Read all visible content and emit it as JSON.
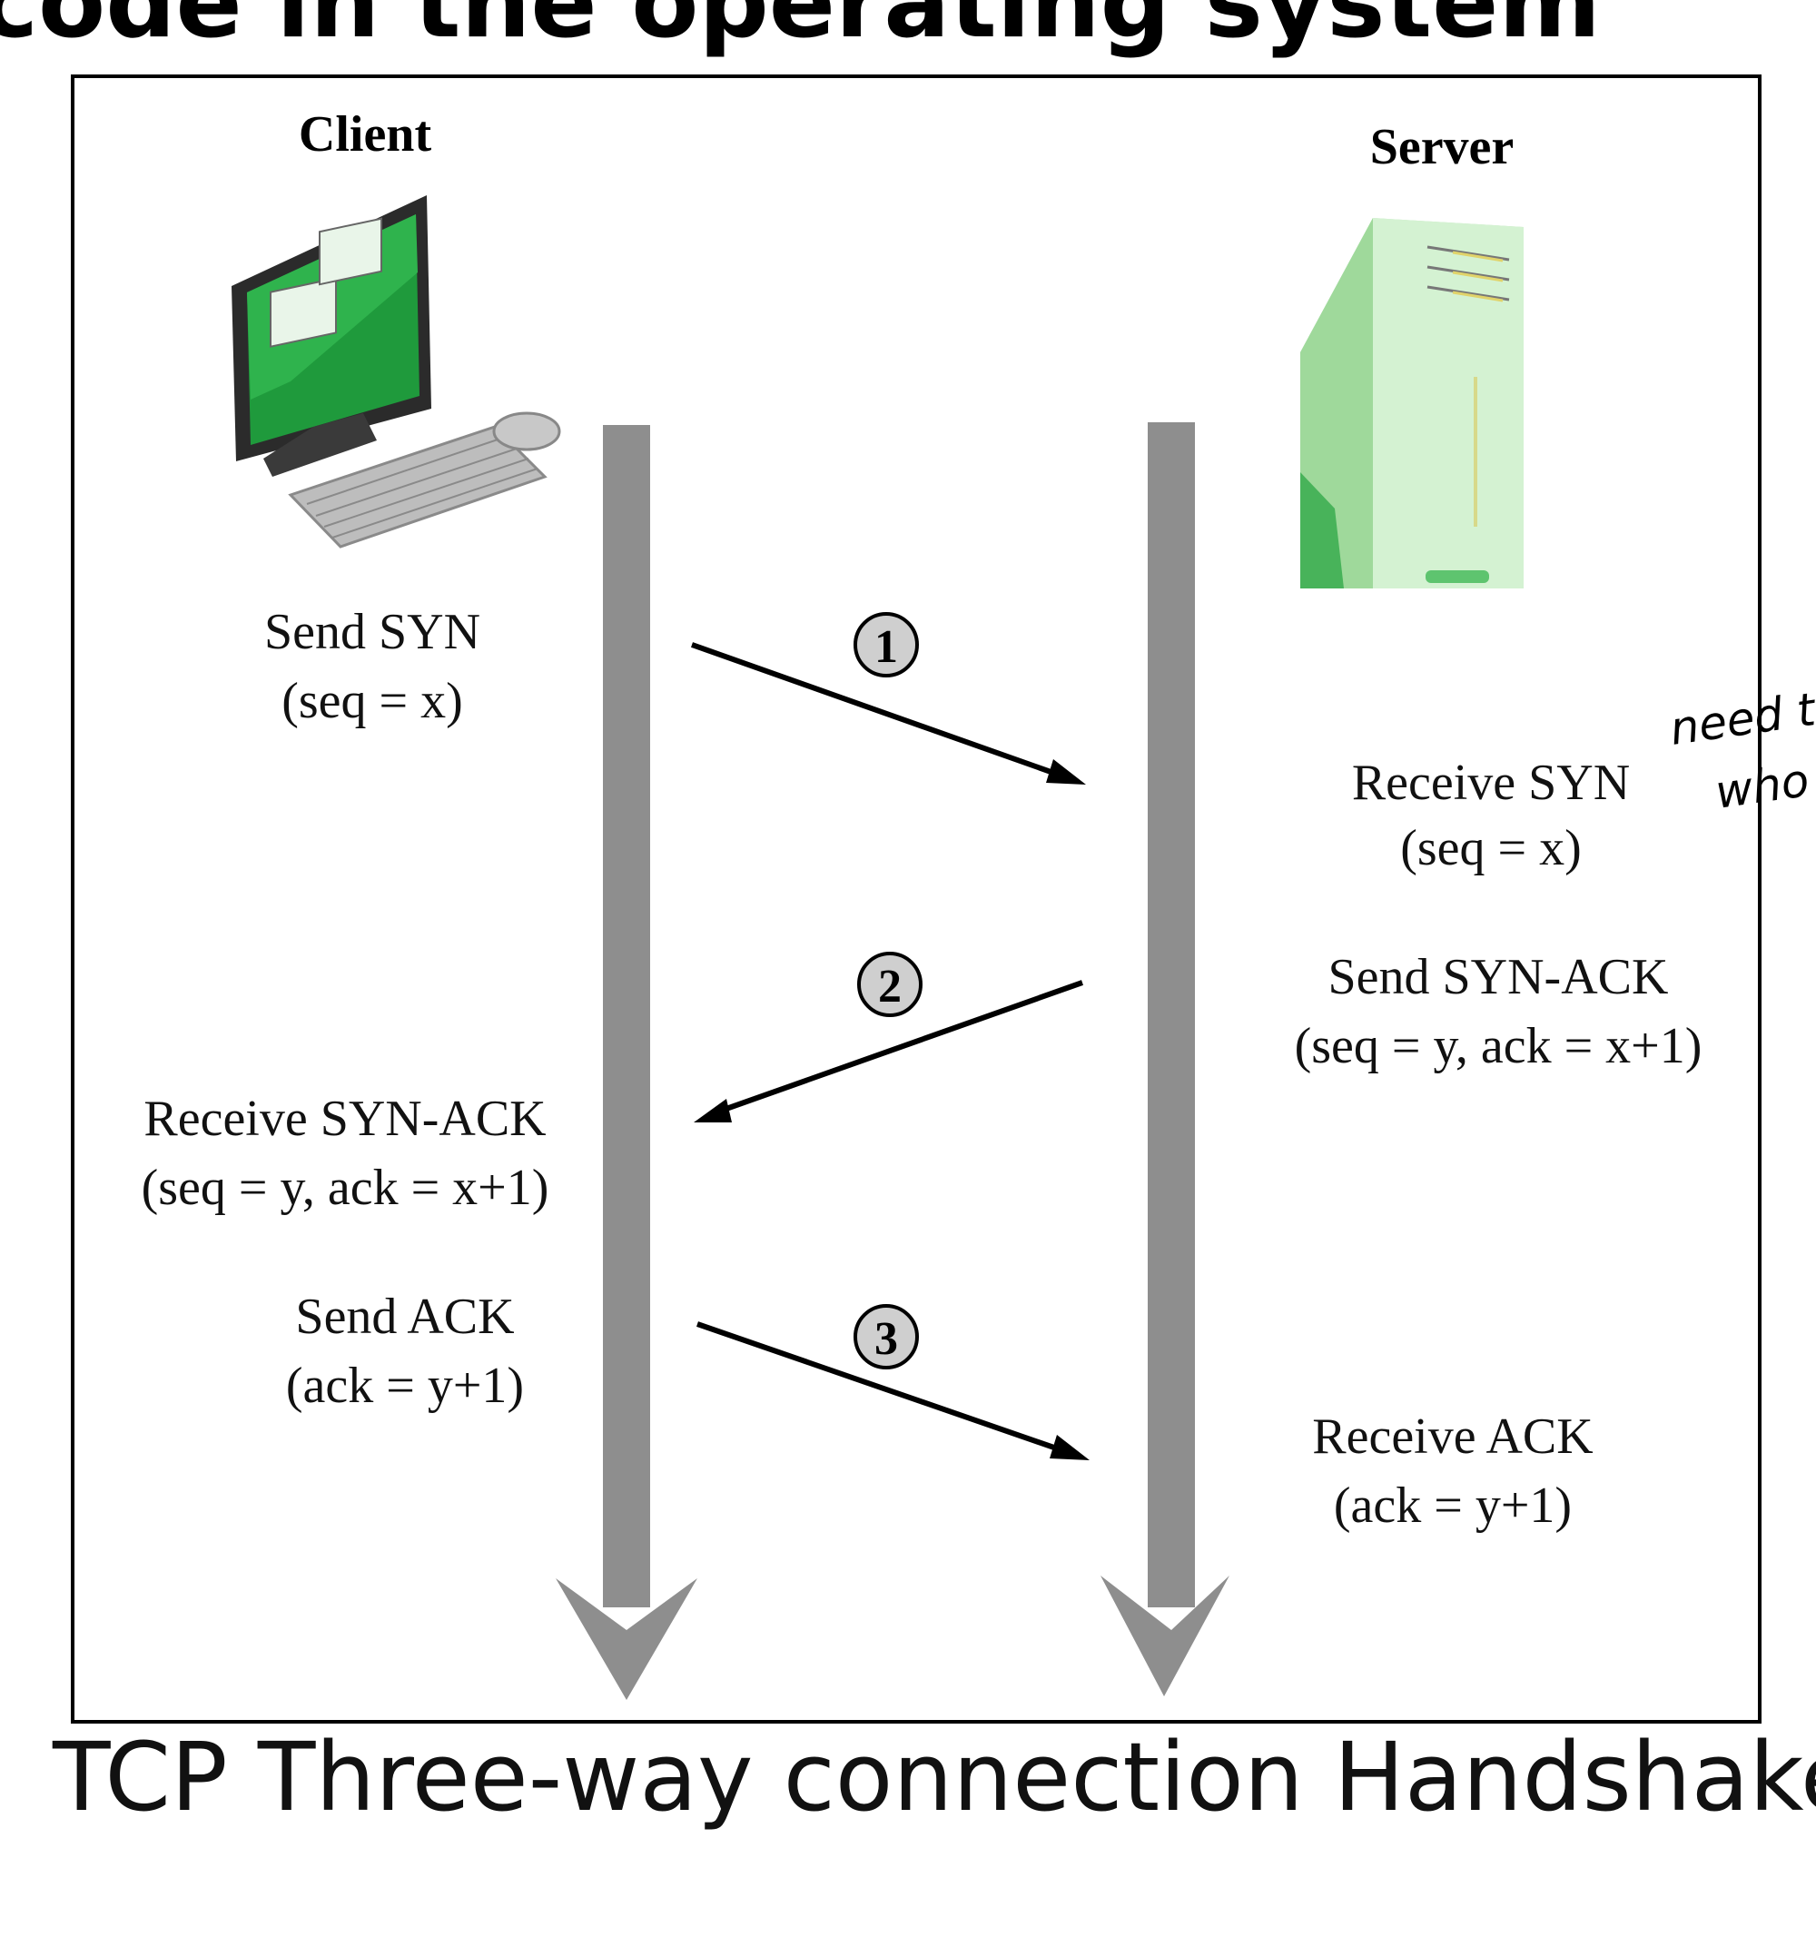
{
  "heading": "code in the operating system",
  "caption": "TCP Three-way connection Handshake",
  "client": {
    "label": "Client"
  },
  "server": {
    "label": "Server"
  },
  "steps": [
    {
      "number": "1"
    },
    {
      "number": "2"
    },
    {
      "number": "3"
    }
  ],
  "client_events": [
    {
      "line1": "Send SYN",
      "line2": "(seq = x)"
    },
    {
      "line1": "Receive SYN-ACK",
      "line2": "(seq = y, ack = x+1)"
    },
    {
      "line1": "Send ACK",
      "line2": "(ack = y+1)"
    }
  ],
  "server_events": [
    {
      "line1": "Receive SYN",
      "line2": "(seq = x)"
    },
    {
      "line1": "Send SYN-ACK",
      "line2": "(seq = y, ack = x+1)"
    },
    {
      "line1": "Receive ACK",
      "line2": "(ack = y+1)"
    }
  ],
  "handwritten_note": [
    "need t",
    "who"
  ],
  "colors": {
    "timeline": "#8e8e8e",
    "arrow": "#000000",
    "frame": "#000000",
    "client_screen": "#1f9a3c",
    "server_body": "#c7ebc6"
  },
  "icons": [
    "desktop-computer-icon",
    "server-tower-icon"
  ]
}
